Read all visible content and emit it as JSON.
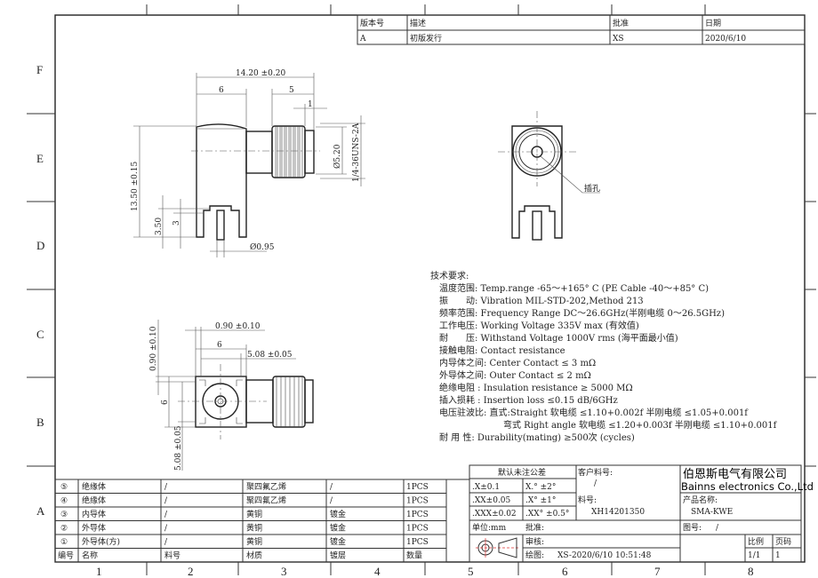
{
  "frame": {
    "columns": [
      "1",
      "2",
      "3",
      "4",
      "5",
      "6",
      "7",
      "8"
    ],
    "rows": [
      "F",
      "E",
      "D",
      "C",
      "B",
      "A"
    ]
  },
  "revision_block": {
    "headers": [
      "版本号",
      "描述",
      "批准",
      "日期"
    ],
    "rows": [
      [
        "A",
        "初版发行",
        "XS",
        "2020/6/10"
      ]
    ]
  },
  "front_view": {
    "dims": {
      "overall_length": "14.20 ±0.20",
      "body_width": "6",
      "thread_length": "5",
      "cap": "1",
      "dia": "Ø5.20",
      "thread": "1/4-36UNS-2A",
      "height": "13.50 ±0.15",
      "pin_h1": "3.50",
      "pin_h2": "3",
      "pin_dia": "Ø0.95"
    }
  },
  "top_view": {
    "dims": {
      "pad": "0.90 ±0.10",
      "width": "6",
      "pitch": "5.08 ±0.05",
      "pad_v": "0.90 ±0.10",
      "height": "6",
      "pitch_v": "5.08 ±0.05"
    }
  },
  "side_view": {
    "callout": "插孔"
  },
  "tech_requirements": {
    "title": "技术要求:",
    "lines": [
      "温度范围: Temp.range -65～+165° C (PE Cable -40～+85° C)",
      "振　　动: Vibration MIL-STD-202,Method 213",
      "频率范围: Frequency Range DC～26.6GHz(半刚电缆 0～26.5GHz)",
      "工作电压: Working Voltage 335V max (有效值)",
      "耐　　压: Withstand Voltage 1000V rms (海平面最小值)",
      "接触电阻: Contact resistance",
      "内导体之间: Center Contact ≤ 3 mΩ",
      "外导体之间: Outer Contact ≤ 2 mΩ",
      "绝缘电阻 : Insulation resistance ≥ 5000 MΩ",
      "插入损耗 : Insertion loss ≤0.15 dB/6GHz",
      "电压驻波比:  直式:Straight 软电缆 ≤1.10+0.002f 半刚电缆 ≤1.05+0.001f",
      "弯式 Right angle 软电缆 ≤1.20+0.003f 半刚电缆 ≤1.10+0.001f",
      "耐  用 性: Durability(mating) ≥500次 (cycles)"
    ]
  },
  "bom": {
    "headers": [
      "编号",
      "名称",
      "料号",
      "材质",
      "镀层",
      "数量"
    ],
    "rows": [
      [
        "⑤",
        "绝缘体",
        "/",
        "聚四氟乙烯",
        "/",
        "1PCS"
      ],
      [
        "④",
        "绝缘体",
        "/",
        "聚四氟乙烯",
        "/",
        "1PCS"
      ],
      [
        "③",
        "内导体",
        "/",
        "黄铜",
        "镀金",
        "1PCS"
      ],
      [
        "②",
        "外导体",
        "/",
        "黄铜",
        "镀金",
        "1PCS"
      ],
      [
        "①",
        "外导体(方)",
        "/",
        "黄铜",
        "镀金",
        "1PCS"
      ]
    ]
  },
  "title_block": {
    "tolerance_title": "默认未注公差",
    "tol": [
      ".X±0.1",
      "X.° ±2°",
      ".XX±0.05",
      ".X° ±1°",
      ".XXX±0.02",
      ".XX° ±0.5°"
    ],
    "customer_pn_label": "客户料号:",
    "customer_pn": "/",
    "pn_label": "料号:",
    "pn": "XH14201350",
    "company_cn": "伯恩斯电气有限公司",
    "company_en": "Bainns electronics Co.,Ltd",
    "product_label": "产品名称:",
    "product": "SMA-KWE",
    "unit": "单位:mm",
    "approve": "批准:",
    "drawing_no_label": "图号:",
    "drawing_no": "/",
    "review": "审核:",
    "drawn_label": "绘图:",
    "drawn": "XS-2020/6/10 10:51:48",
    "scale_label": "比例",
    "scale": "1/1",
    "page_label": "页码",
    "page": "1"
  }
}
